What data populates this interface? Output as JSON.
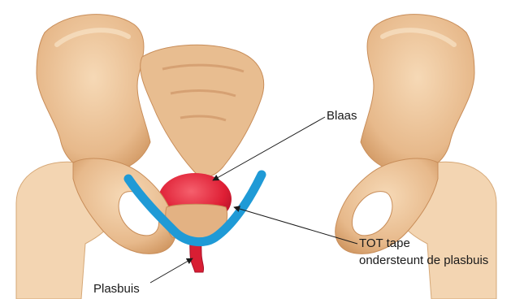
{
  "labels": {
    "bladder": "Blaas",
    "tot_tape_line1": "TOT tape",
    "tot_tape_line2": "ondersteunt de plasbuis",
    "urethra": "Plasbuis"
  },
  "colors": {
    "bone_light": "#f2cfa5",
    "bone_mid": "#e3b283",
    "bone_dark": "#c98f5e",
    "bladder": "#e2233a",
    "tape": "#1f9ad6",
    "arrow": "#1a1a1a"
  }
}
